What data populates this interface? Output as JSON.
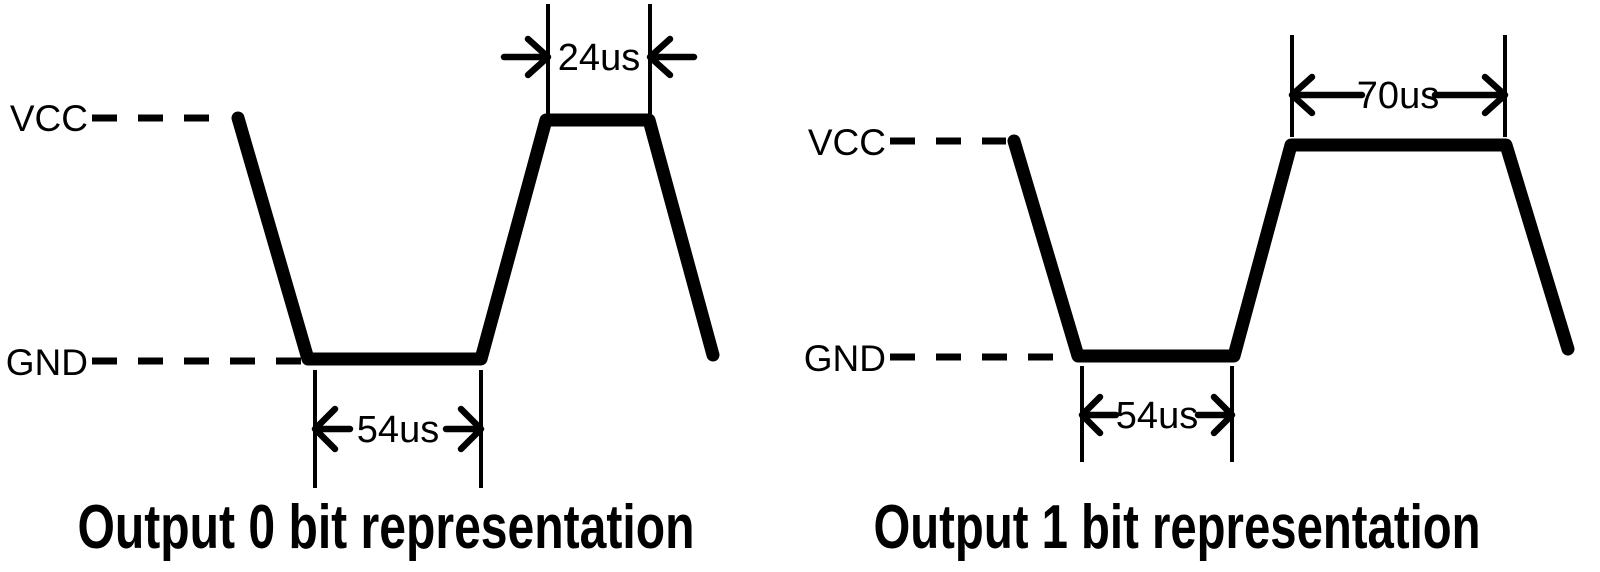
{
  "figure": {
    "background_color": "#ffffff",
    "ink_color": "#000000"
  },
  "diagrams": [
    {
      "title": "Output 0 bit representation",
      "vcc_label": "VCC",
      "gnd_label": "GND",
      "low_time": "54us",
      "high_time": "24us"
    },
    {
      "title": "Output 1 bit representation",
      "vcc_label": "VCC",
      "gnd_label": "GND",
      "low_time": "54us",
      "high_time": "70us"
    }
  ]
}
